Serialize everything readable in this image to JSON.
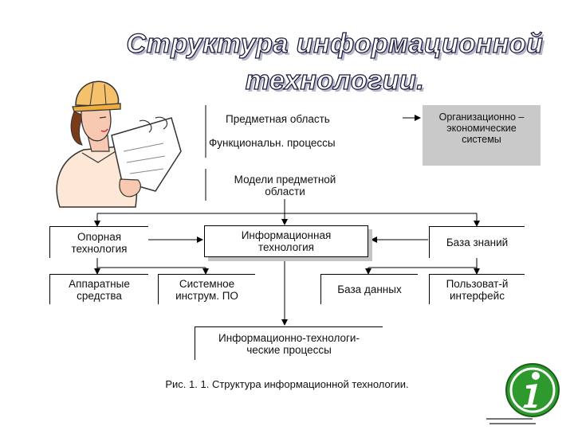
{
  "title": {
    "line1": "Структура информационной",
    "line2": "технологии."
  },
  "nodes": {
    "subject_area": "Предметная область",
    "func_processes": "Функциональн. процессы",
    "org_econ": [
      "Организационно –",
      "экономические",
      "системы"
    ],
    "domain_models": [
      "Модели предметной",
      "области"
    ],
    "base_tech": [
      "Опорная",
      "технология"
    ],
    "info_tech": [
      "Информационная",
      "технология"
    ],
    "knowledge_base": "База знаний",
    "hardware": [
      "Аппаратные",
      "средства"
    ],
    "system_tools": [
      "Системное",
      "инструм. ПО"
    ],
    "database": "База данных",
    "user_interface": [
      "Пользоват-й",
      "интерфейс"
    ],
    "it_processes": [
      "Информационно-технологи-",
      "ческие процессы"
    ]
  },
  "caption": "Рис. 1. 1. Структура информационной технологии.",
  "icons": {
    "engineer": "engineer-with-blueprints-illustration",
    "info": "info-icon"
  },
  "colors": {
    "grey_box": "#c9c9c9",
    "shadow": "#c4c4c4",
    "info_green": "#2e9a2e"
  }
}
